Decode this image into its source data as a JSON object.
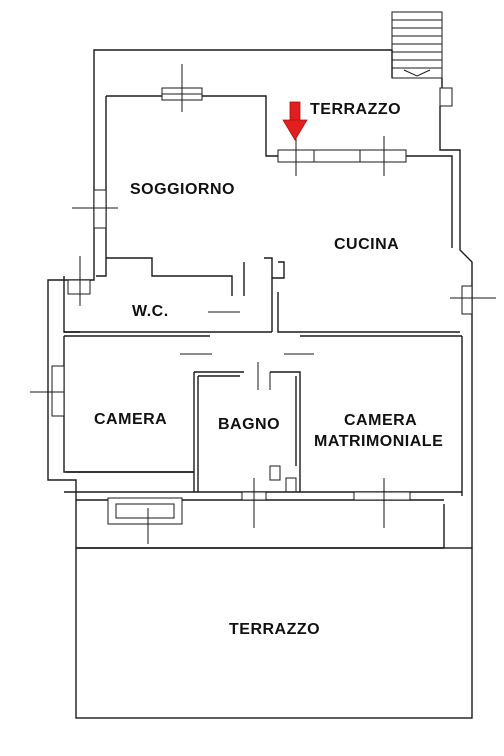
{
  "rooms": {
    "terrazzo_top": "TERRAZZO",
    "soggiorno": "SOGGIORNO",
    "cucina": "CUCINA",
    "wc": "W.C.",
    "camera": "CAMERA",
    "bagno": "BAGNO",
    "camera_matrimoniale_line1": "CAMERA",
    "camera_matrimoniale_line2": "MATRIMONIALE",
    "terrazzo_bottom": "TERRAZZO"
  },
  "colors": {
    "walls": "#1a1a1a",
    "entrance_arrow": "#e21f1f",
    "background": "#ffffff"
  },
  "icons": {
    "entrance": "red-down-arrow",
    "stairs": "staircase"
  }
}
